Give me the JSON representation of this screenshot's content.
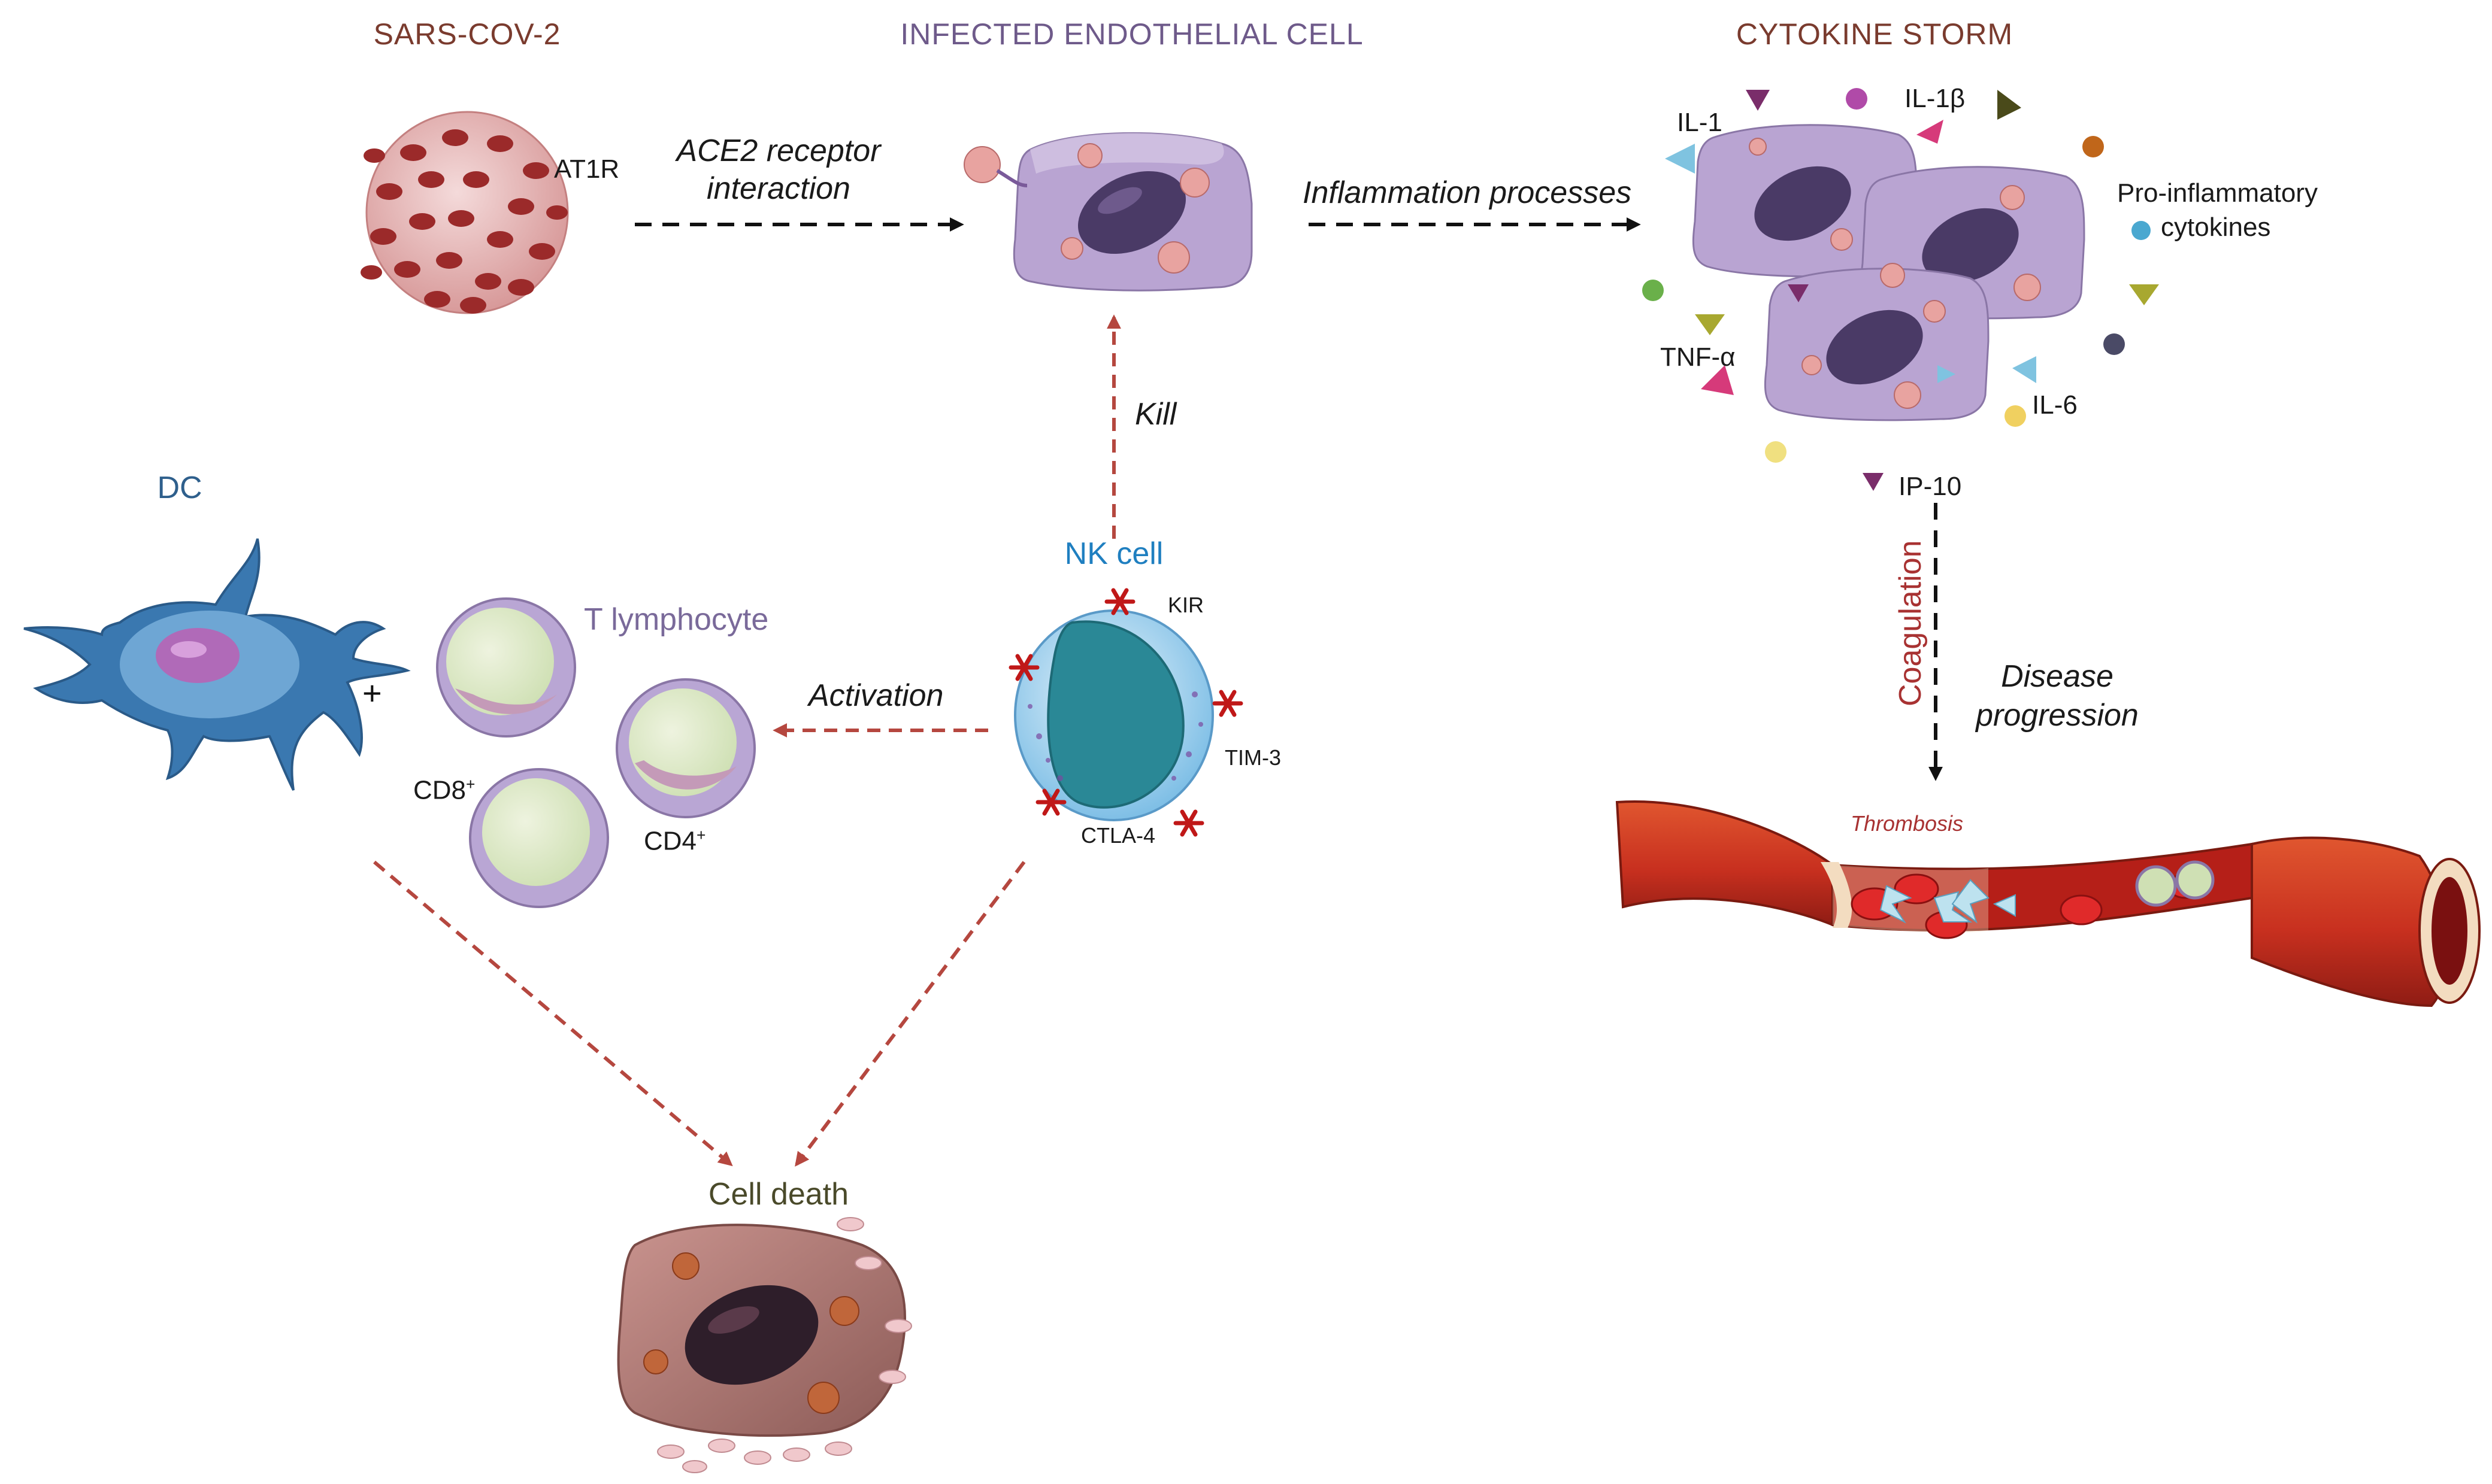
{
  "headers": {
    "virus": "SARS-COV-2",
    "cell": "INFECTED ENDOTHELIAL CELL",
    "storm": "CYTOKINE STORM"
  },
  "labels": {
    "at1r": "AT1R",
    "ace2_line1": "ACE2 receptor",
    "ace2_line2": "interaction",
    "inflammation": "Inflammation processes",
    "kill": "Kill",
    "nk_cell": "NK cell",
    "kir": "KIR",
    "tim3": "TIM-3",
    "ctla4": "CTLA-4",
    "activation": "Activation",
    "dc": "DC",
    "plus": "+",
    "t_lymphocyte": "T lymphocyte",
    "cd8": "CD8",
    "cd4": "CD4",
    "superscript_plus": "+",
    "cell_death": "Cell death",
    "coagulation": "Coagulation",
    "disease_line1": "Disease",
    "disease_line2": "progression",
    "thrombosis": "Thrombosis"
  },
  "cytokines": {
    "il1": "IL-1",
    "il1b": "IL-1β",
    "pro_line1": "Pro-inflammatory",
    "pro_line2": "cytokines",
    "tnfa": "TNF-α",
    "il6": "IL-6",
    "ip10": "IP-10"
  },
  "colors": {
    "header_virus": "#7a3b2e",
    "header_cell": "#6e5a8a",
    "header_storm": "#7a3b2e",
    "nk_label": "#1f7fc0",
    "dc_label": "#2e5f8c",
    "t_label": "#7a6a9a",
    "cell_death_label": "#4a4a2a",
    "coagulation_label": "#a83232",
    "thrombosis_label": "#a83232",
    "red_arrow": "#b5473f",
    "black_arrow": "#111111"
  }
}
